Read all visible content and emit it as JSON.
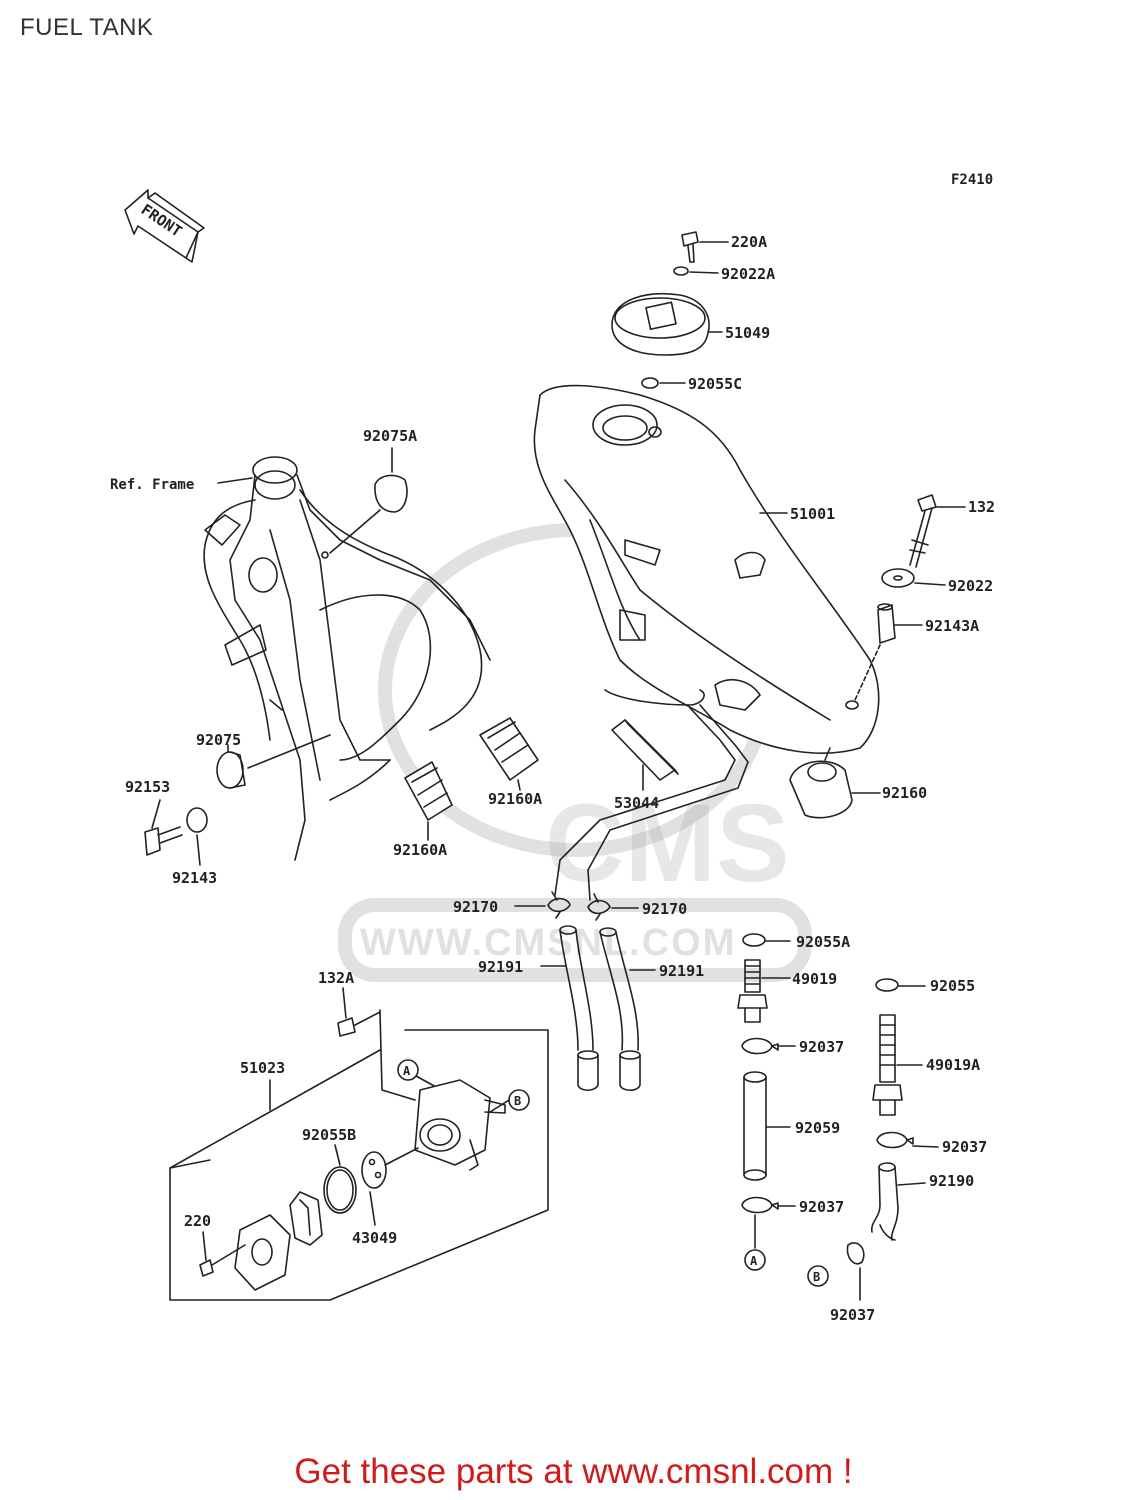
{
  "header": {
    "title": "FUEL TANK"
  },
  "figure_code": "F2410",
  "front_arrow_label": "FRONT",
  "ref_frame_label": "Ref. Frame",
  "watermark": {
    "brand": "CMS",
    "url": "WWW.CMSNL.COM"
  },
  "footer": {
    "text": "Get these parts at www.cmsnl.com !"
  },
  "parts": {
    "p220A": "220A",
    "p92022A": "92022A",
    "p51049": "51049",
    "p92055C": "92055C",
    "p92075A": "92075A",
    "p51001": "51001",
    "p132": "132",
    "p92022": "92022",
    "p92143A": "92143A",
    "p92075": "92075",
    "p92153": "92153",
    "p92143": "92143",
    "p92160A_1": "92160A",
    "p92160A_2": "92160A",
    "p53044": "53044",
    "p92160": "92160",
    "p92170_1": "92170",
    "p92170_2": "92170",
    "p92055A": "92055A",
    "p92191_1": "92191",
    "p92191_2": "92191",
    "p49019": "49019",
    "p92055": "92055",
    "p132A": "132A",
    "p51023": "51023",
    "p92037_1": "92037",
    "p49019A": "49019A",
    "p92055B": "92055B",
    "p92059": "92059",
    "p92037_2": "92037",
    "p92190": "92190",
    "p220": "220",
    "p43049": "43049",
    "p92037_3": "92037",
    "p92037_4": "92037",
    "markA": "A",
    "markB": "B"
  }
}
